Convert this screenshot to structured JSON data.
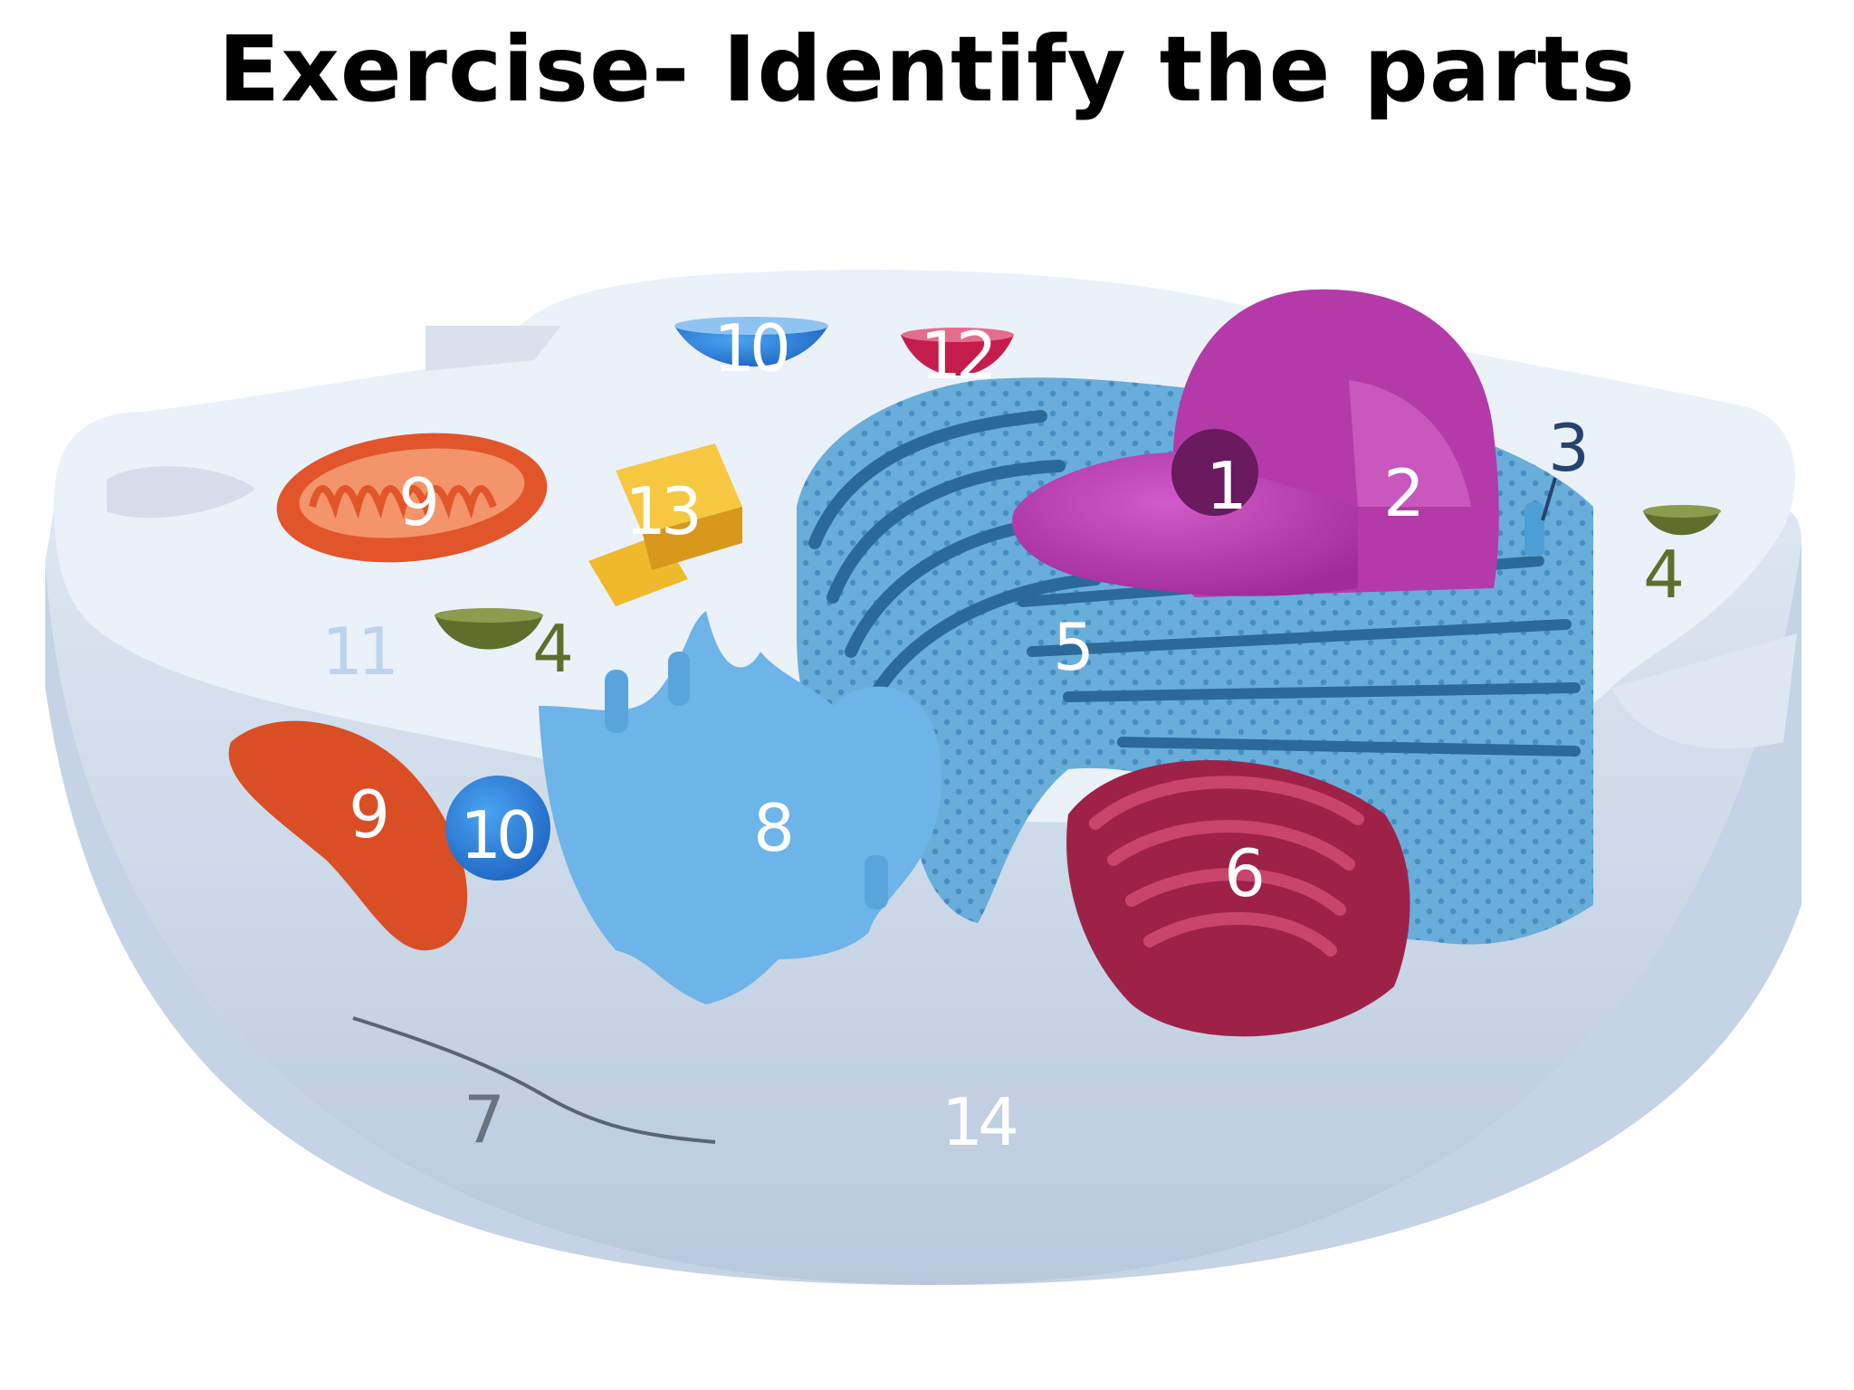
{
  "slide": {
    "title": "Exercise- Identify the parts"
  },
  "diagram": {
    "labels": {
      "nucleolus": "1",
      "nucleus": "2",
      "nuclear_pore": "3",
      "vesicle_right": "4",
      "vesicle_left": "4",
      "rough_er": "5",
      "golgi": "6",
      "cytoskeleton": "7",
      "smooth_er": "8",
      "mitochondrion_top": "9",
      "mitochondrion_bottom": "9",
      "lysosome_top": "10",
      "lysosome_bottom": "10",
      "cytoplasm": "11",
      "peroxisome": "12",
      "centriole": "13",
      "cell_membrane": "14"
    },
    "colors": {
      "nucleus": "#b237a8",
      "rough_er": "#5ea6d4",
      "golgi": "#a3224c",
      "mitochondrion": "#e0552a",
      "lysosome": "#2f7fd6",
      "peroxisome": "#c51d4b",
      "centriole": "#f0b82b",
      "vesicle": "#5f6e2b",
      "cell_body": "#e9f0f8"
    }
  }
}
